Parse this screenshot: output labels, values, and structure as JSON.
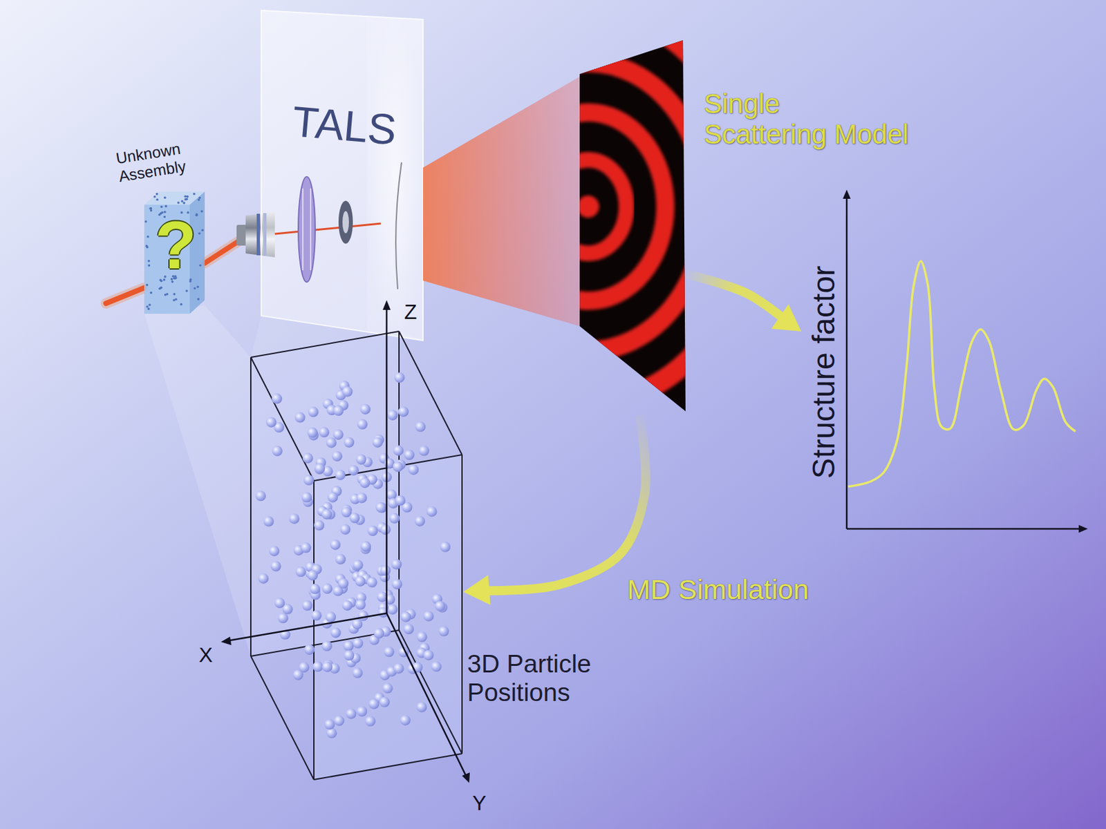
{
  "diagram": {
    "nodes": [
      {
        "text": [
          "Unknown Assembly",
          "?"
        ]
      },
      {
        "text": [
          "TALS"
        ]
      },
      {
        "text": [
          "Single Scattering Model"
        ]
      },
      {
        "text": [
          "Structure factor"
        ]
      },
      {
        "text": [
          "3D Particle Positions"
        ]
      }
    ],
    "edges": [
      {
        "from": 2,
        "to": 3,
        "arrow": "to"
      },
      {
        "from": 2,
        "to": 4,
        "label": "MD Simulation",
        "arrow": "to"
      }
    ],
    "labels": [
      "Z",
      "X",
      "Y"
    ]
  }
}
